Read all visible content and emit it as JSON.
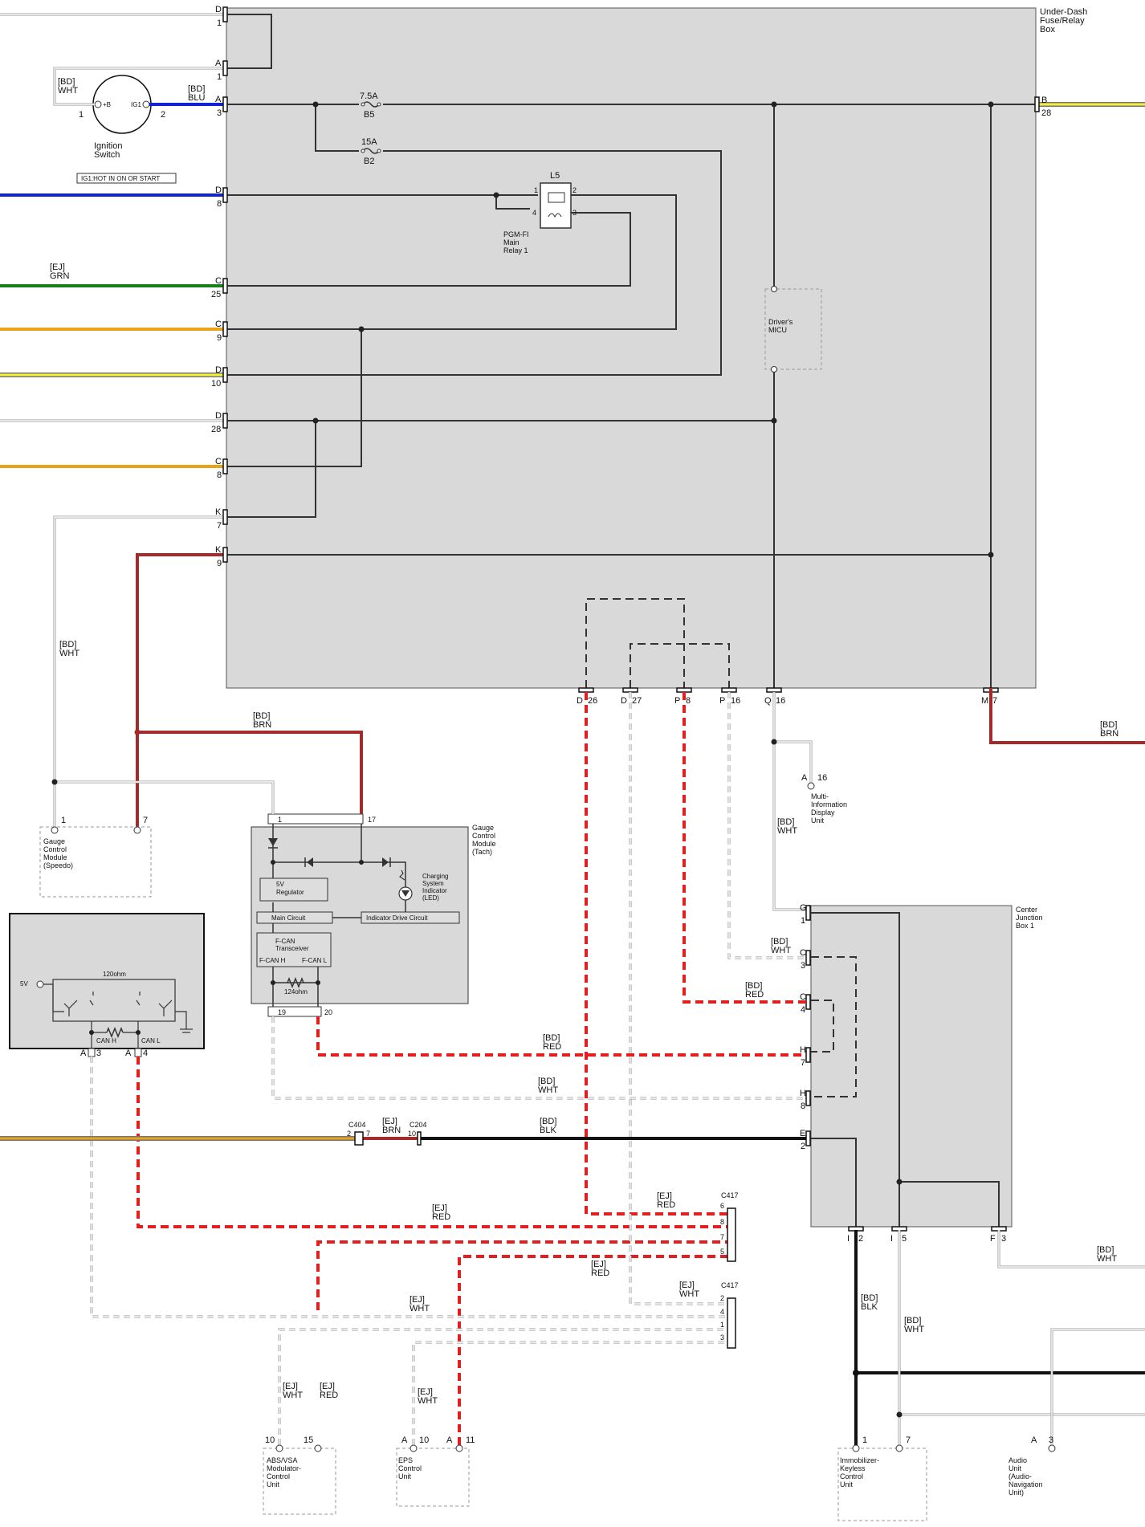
{
  "fuse_box": {
    "title": [
      "Under-Dash",
      "Fuse/Relay",
      "Box"
    ]
  },
  "fuses": [
    {
      "rating": "7.5A",
      "id": "B5"
    },
    {
      "rating": "15A",
      "id": "B2"
    }
  ],
  "relay": {
    "id": "L5",
    "name": [
      "PGM-FI",
      "Main",
      "Relay 1"
    ],
    "pins": [
      "1",
      "2",
      "4",
      "3"
    ]
  },
  "ignition": {
    "name": [
      "Ignition",
      "Switch"
    ],
    "note": "IG1:HOT IN ON OR START",
    "pin_b": "+B",
    "pin_ig1": "IG1",
    "pin_left": "1",
    "pin_right": "2",
    "wire_left": [
      "[BD]",
      "WHT"
    ],
    "wire_right": [
      "[BD]",
      "BLU"
    ]
  },
  "micu": {
    "name": [
      "Driver's",
      "MICU"
    ]
  },
  "left_connectors": [
    {
      "letter": "D",
      "pin": "1"
    },
    {
      "letter": "A",
      "pin": "1"
    },
    {
      "letter": "A",
      "pin": "3"
    },
    {
      "letter": "D",
      "pin": "8"
    },
    {
      "letter": "C",
      "pin": "25"
    },
    {
      "letter": "C",
      "pin": "9"
    },
    {
      "letter": "D",
      "pin": "10"
    },
    {
      "letter": "D",
      "pin": "28"
    },
    {
      "letter": "C",
      "pin": "8"
    },
    {
      "letter": "K",
      "pin": "7"
    },
    {
      "letter": "K",
      "pin": "9"
    }
  ],
  "right_connector": {
    "letter": "B",
    "pin": "28"
  },
  "bottom_connectors": [
    {
      "letter": "D",
      "pin": "26"
    },
    {
      "letter": "D",
      "pin": "27"
    },
    {
      "letter": "P",
      "pin": "8"
    },
    {
      "letter": "P",
      "pin": "16"
    },
    {
      "letter": "Q",
      "pin": "16"
    },
    {
      "letter": "M",
      "pin": "7"
    }
  ],
  "wire_labels": {
    "grn": [
      "[EJ]",
      "GRN"
    ],
    "brn_right": [
      "[BD]",
      "BRN"
    ],
    "wht_left": [
      "[BD]",
      "WHT"
    ],
    "brn_gauge": [
      "[BD]",
      "BRN"
    ],
    "wht_mid": [
      "[BD]",
      "WHT"
    ],
    "wht_c3": [
      "[BD]",
      "WHT"
    ],
    "red_c4": [
      "[BD]",
      "RED"
    ],
    "red_h7": [
      "[BD]",
      "RED"
    ],
    "wht_h8": [
      "[BD]",
      "WHT"
    ],
    "brn_c404": [
      "[EJ]",
      "BRN"
    ],
    "blk_c204": [
      "[BD]",
      "BLK"
    ],
    "red_c417_6": [
      "[EJ]",
      "RED"
    ],
    "red_c417_8": [
      "[EJ]",
      "RED"
    ],
    "red_c417_5": [
      "[EJ]",
      "RED"
    ],
    "wht_c417_2": [
      "[EJ]",
      "WHT"
    ],
    "wht_c417_4": [
      "[EJ]",
      "WHT"
    ],
    "wht_abs": [
      "[EJ]",
      "WHT"
    ],
    "red_abs": [
      "[EJ]",
      "RED"
    ],
    "wht_eps": [
      "[EJ]",
      "WHT"
    ],
    "wht_cjb_f3": [
      "[BD]",
      "WHT"
    ],
    "blk_immob": [
      "[BD]",
      "BLK"
    ],
    "wht_immob": [
      "[BD]",
      "WHT"
    ]
  },
  "mid_display": {
    "name": [
      "Multi-",
      "Information",
      "Display",
      "Unit"
    ],
    "letter": "A",
    "pin": "16"
  },
  "gauge_speedo": {
    "name": [
      "Gauge",
      "Control",
      "Module",
      "(Speedo)"
    ],
    "pins": [
      "1",
      "7"
    ]
  },
  "gauge_tach": {
    "name": [
      "Gauge",
      "Control",
      "Module",
      "(Tach)"
    ],
    "pins_top": [
      "1",
      "17"
    ],
    "pins_bottom": [
      "19",
      "20"
    ],
    "regulator": [
      "5V",
      "Regulator"
    ],
    "main_circuit": "Main Circuit",
    "indicator_drive": "Indicator Drive Circuit",
    "transceiver": [
      "F-CAN",
      "Transceiver"
    ],
    "can_h": "F-CAN H",
    "can_l": "F-CAN L",
    "resistor": "124ohm",
    "charging": [
      "Charging",
      "System",
      "Indicator",
      "(LED)"
    ]
  },
  "left_module": {
    "resistor": "120ohm",
    "v5": "5V",
    "can_h": "CAN H",
    "can_l": "CAN L",
    "pins": [
      "A",
      "3",
      "A",
      "4"
    ]
  },
  "center_jb": {
    "name": [
      "Center",
      "Junction",
      "Box 1"
    ]
  },
  "cjb_left_pins": [
    {
      "letter": "G",
      "pin": "1"
    },
    {
      "letter": "C",
      "pin": "3"
    },
    {
      "letter": "C",
      "pin": "4"
    },
    {
      "letter": "H",
      "pin": "7"
    },
    {
      "letter": "H",
      "pin": "8"
    },
    {
      "letter": "E",
      "pin": "2"
    }
  ],
  "cjb_bottom_pins": [
    {
      "letter": "I",
      "pin": "2"
    },
    {
      "letter": "I",
      "pin": "5"
    },
    {
      "letter": "F",
      "pin": "3"
    }
  ],
  "c404": {
    "name": "C404",
    "pins": [
      "2",
      "7"
    ]
  },
  "c204": {
    "name": "C204",
    "pin": "10"
  },
  "c417a": {
    "name": "C417",
    "pins": [
      "6",
      "8",
      "7",
      "5"
    ]
  },
  "c417b": {
    "name": "C417",
    "pins": [
      "2",
      "4",
      "1",
      "3"
    ]
  },
  "abs": {
    "name": [
      "ABS/VSA",
      "Modulator-",
      "Control",
      "Unit"
    ],
    "pins": [
      "10",
      "15"
    ]
  },
  "eps": {
    "name": [
      "EPS",
      "Control",
      "Unit"
    ],
    "pins": [
      "A",
      "10",
      "A",
      "11"
    ]
  },
  "immob": {
    "name": [
      "Immobilizer-",
      "Keyless",
      "Control",
      "Unit"
    ],
    "pins": [
      "1",
      "7"
    ]
  },
  "audio": {
    "name": [
      "Audio",
      "Unit",
      "(Audio-",
      "Navigation",
      "Unit)"
    ],
    "pins": [
      "A",
      "3"
    ]
  },
  "colors": {
    "blue": "#1023d6",
    "green": "#17801e",
    "orange": "#e8a21c",
    "yellow": "#f5ee3a",
    "brown": "#a52a2a",
    "red": "#e41e1e",
    "black": "#111111",
    "gray": "#d9d9d9"
  }
}
